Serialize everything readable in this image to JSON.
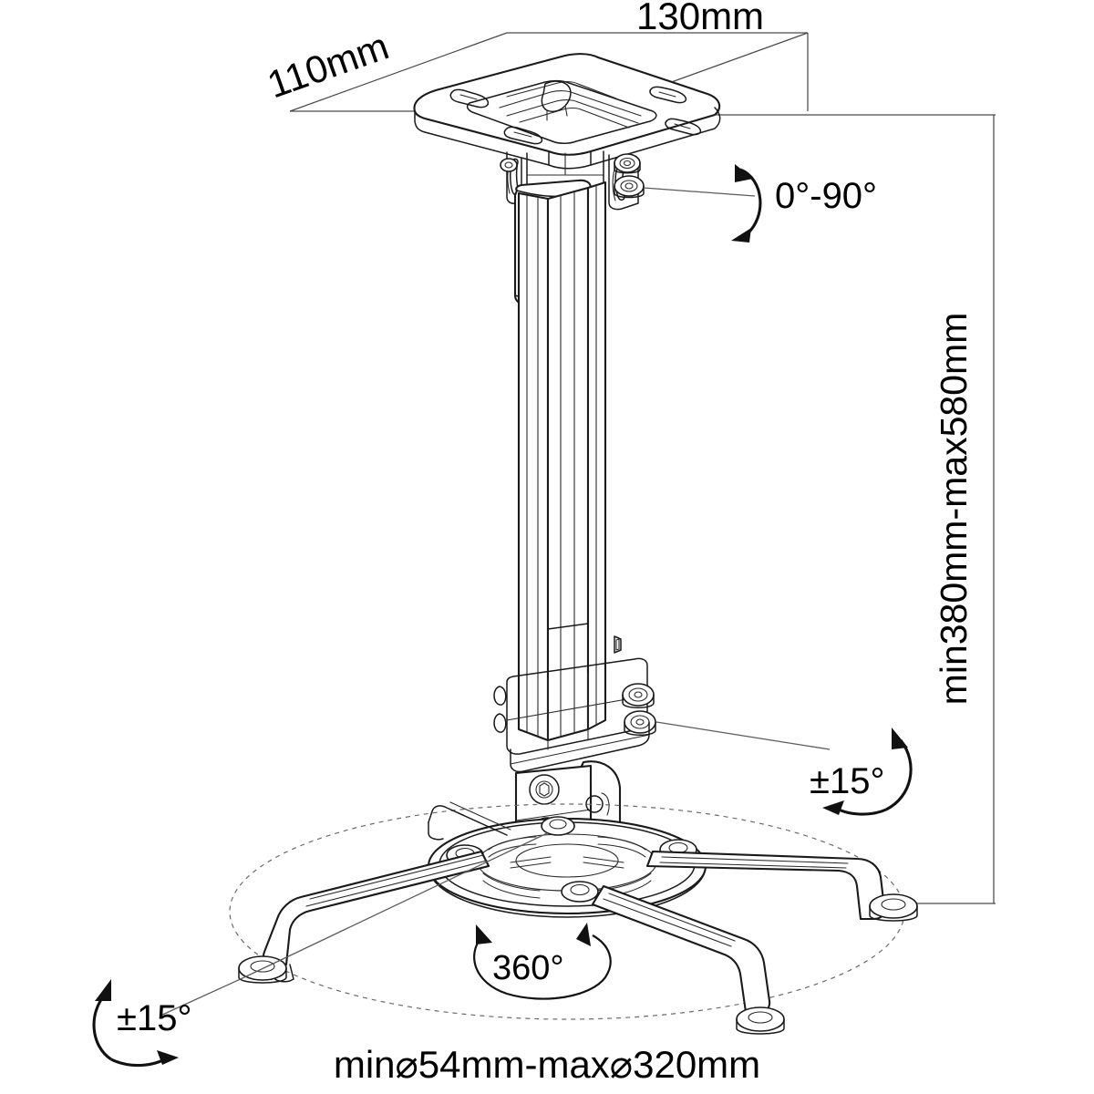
{
  "drawing": {
    "title": "Projector Ceiling Mount Dimension Drawing",
    "line_color": "#1a1a1a",
    "dimension_color": "#4a4a4a",
    "background": "#ffffff"
  },
  "dimensions": {
    "plate_depth": "110mm",
    "plate_width": "130mm",
    "drop_height": "min380mm-max580mm",
    "spider_span": "min⌀54mm-max⌀320mm"
  },
  "annotations": {
    "tilt_top": "0°-90°",
    "roll_right": "±15°",
    "roll_left": "±15°",
    "rotation": "360°"
  },
  "parts": {
    "ceiling_plate": "ceiling-mounting-plate",
    "tilt_joint": "tilt-pivot-joint",
    "collar": "upper-collar-clamp",
    "column": "telescoping-extension-column",
    "lower_knobs": "lower-adjustment-knobs",
    "swivel_yoke": "swivel-yoke-bracket",
    "hub": "rotation-hub-disc",
    "arms": "adjustable-projector-arms",
    "envelope": "max-diameter-envelope"
  }
}
